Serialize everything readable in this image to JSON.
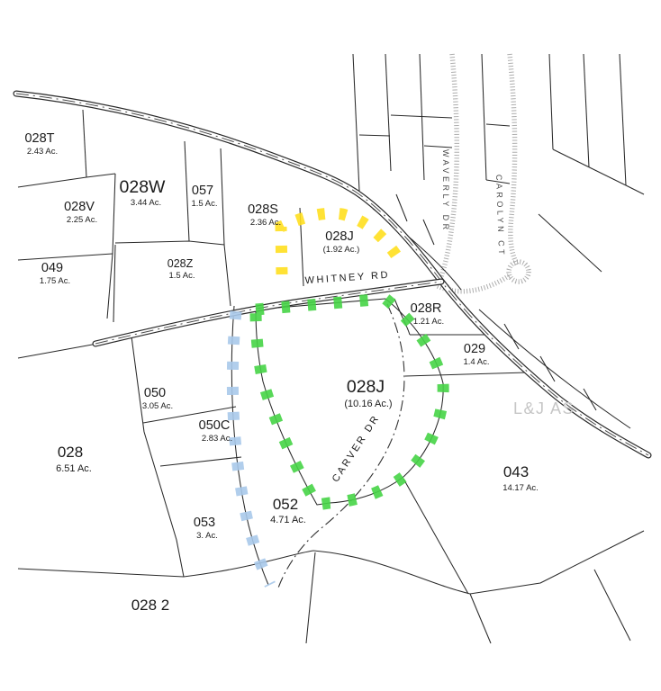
{
  "map": {
    "roads": {
      "whitney": "WHITNEY RD",
      "carver": "CARVER DR",
      "waverly": "WAVERLY DR",
      "carolyn": "CAROLYN CT"
    },
    "watermark": "L&J AS",
    "highlights": {
      "yellow": "#ffdf1f",
      "green": "#46d446",
      "blue": "#a9c9ea"
    },
    "parcels": [
      {
        "id": "028T",
        "acreage": "2.43 Ac."
      },
      {
        "id": "028W",
        "acreage": "3.44 Ac."
      },
      {
        "id": "028V",
        "acreage": "2.25 Ac."
      },
      {
        "id": "057",
        "acreage": "1.5 Ac."
      },
      {
        "id": "028S",
        "acreage": "2.36 Ac."
      },
      {
        "id": "028J",
        "acreage": "(1.92 Ac.)"
      },
      {
        "id": "049",
        "acreage": "1.75 Ac."
      },
      {
        "id": "028Z",
        "acreage": "1.5 Ac."
      },
      {
        "id": "028R",
        "acreage": "1.21 Ac."
      },
      {
        "id": "029",
        "acreage": "1.4 Ac."
      },
      {
        "id": "050",
        "acreage": "3.05 Ac."
      },
      {
        "id": "028J",
        "acreage": "(10.16 Ac.)"
      },
      {
        "id": "050C",
        "acreage": "2.83 Ac."
      },
      {
        "id": "028",
        "acreage": "6.51 Ac."
      },
      {
        "id": "052",
        "acreage": "4.71 Ac."
      },
      {
        "id": "053",
        "acreage": "3. Ac."
      },
      {
        "id": "043",
        "acreage": "14.17 Ac."
      },
      {
        "id": "028 2"
      }
    ]
  }
}
